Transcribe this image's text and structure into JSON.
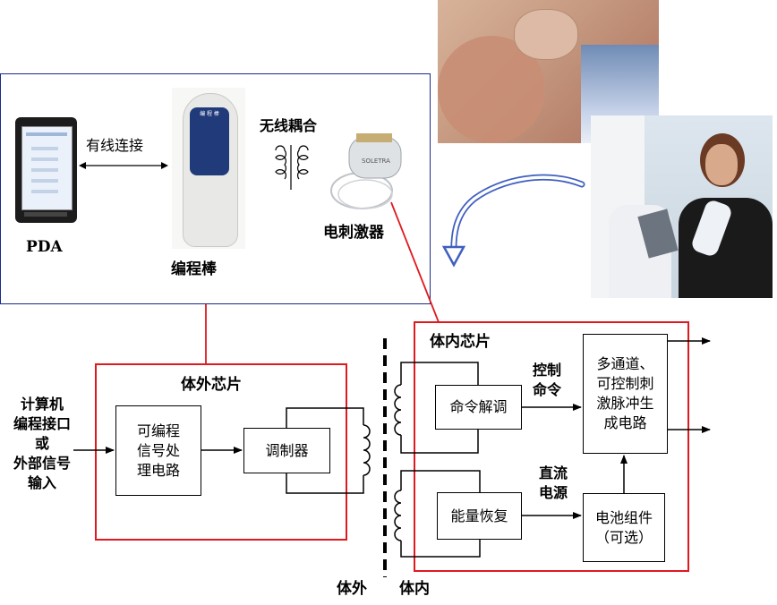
{
  "top_panel": {
    "pda_label": "PDA",
    "wired_label": "有线连接",
    "wand_label": "编程棒",
    "wireless_label": "无线耦合",
    "stimulator_label": "电刺激器",
    "wand_device_text": "编 程 棒",
    "stimulator_device_text": "SOLETRA"
  },
  "external": {
    "title": "体外芯片",
    "input_label_lines": [
      "计算机",
      "编程接口",
      "或",
      "外部信号",
      "输入"
    ],
    "processor_lines": [
      "可编程",
      "信号处",
      "理电路"
    ],
    "modulator": "调制器"
  },
  "internal": {
    "title": "体内芯片",
    "demod": "命令解调",
    "control_label_lines": [
      "控制",
      "命令"
    ],
    "multichannel_lines": [
      "多通道、",
      "可控制刺",
      "激脉冲生",
      "成电路"
    ],
    "energy": "能量恢复",
    "dc_label_lines": [
      "直流",
      "电源"
    ],
    "battery_lines": [
      "电池组件",
      "（可选）"
    ]
  },
  "boundary": {
    "outside": "体外",
    "inside": "体内"
  },
  "colors": {
    "red": "#e0191f",
    "navy": "#1a2a8c",
    "arrow_blue": "#3f5fbf"
  }
}
